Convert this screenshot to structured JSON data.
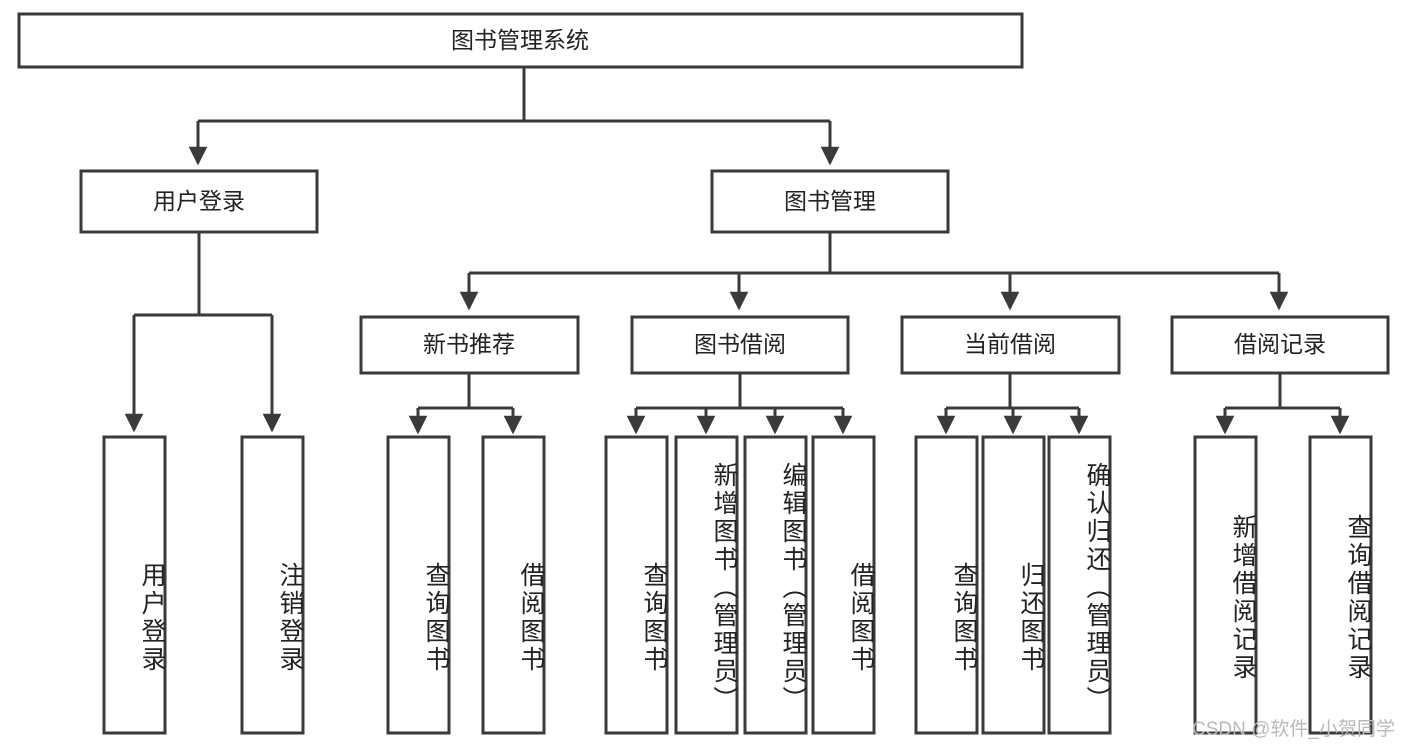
{
  "diagram": {
    "title": "图书管理系统",
    "type": "tree-hierarchy-diagram",
    "orientation": "top-down",
    "colors": {
      "box_fill": "#ffffff",
      "box_stroke": "#3a3a3a",
      "connector": "#3a3a3a",
      "text": "#222222",
      "background": "#ffffff",
      "watermark": "#b9b9b9"
    },
    "root": {
      "label": "图书管理系统"
    },
    "level2": [
      {
        "id": "user-login",
        "label": "用户登录"
      },
      {
        "id": "book-management",
        "label": "图书管理"
      }
    ],
    "level3": [
      {
        "id": "new-book-recommend",
        "label": "新书推荐"
      },
      {
        "id": "book-borrow",
        "label": "图书借阅"
      },
      {
        "id": "current-borrow",
        "label": "当前借阅"
      },
      {
        "id": "borrow-record",
        "label": "借阅记录"
      }
    ],
    "leaves": {
      "user_login": [
        {
          "id": "leaf-user-login",
          "label": "用户登录"
        },
        {
          "id": "leaf-logout-login",
          "label": "注销登录"
        }
      ],
      "new_book_recommend": [
        {
          "id": "leaf-query-book-1",
          "label": "查询图书"
        },
        {
          "id": "leaf-borrow-book-1",
          "label": "借阅图书"
        }
      ],
      "book_borrow": [
        {
          "id": "leaf-query-book-2",
          "label": "查询图书"
        },
        {
          "id": "leaf-add-book-admin",
          "label": "新增图书（管理员）"
        },
        {
          "id": "leaf-edit-book-admin",
          "label": "编辑图书（管理员）"
        },
        {
          "id": "leaf-borrow-book-2",
          "label": "借阅图书"
        }
      ],
      "current_borrow": [
        {
          "id": "leaf-query-book-3",
          "label": "查询图书"
        },
        {
          "id": "leaf-return-book",
          "label": "归还图书"
        },
        {
          "id": "leaf-confirm-return-admin",
          "label": "确认归还（管理员）"
        }
      ],
      "borrow_record": [
        {
          "id": "leaf-add-borrow-record",
          "label": "新增借阅记录"
        },
        {
          "id": "leaf-query-borrow-record",
          "label": "查询借阅记录"
        }
      ]
    },
    "watermark": "CSDN @软件_小贺同学"
  }
}
